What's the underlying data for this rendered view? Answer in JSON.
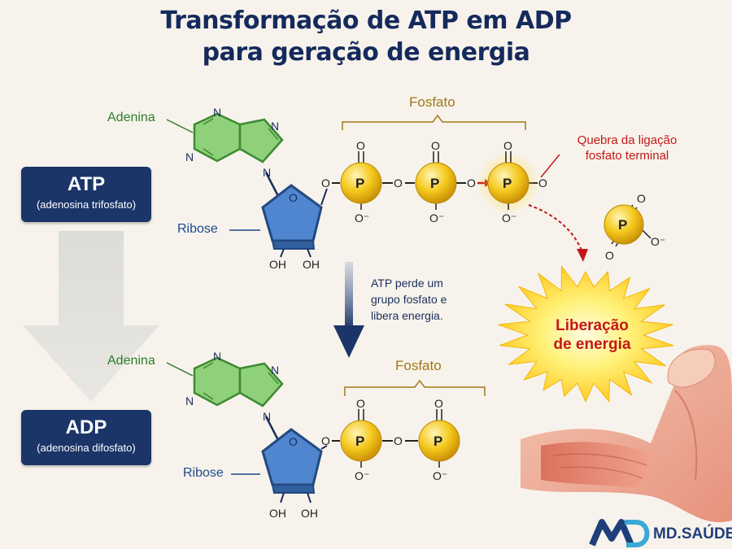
{
  "title": {
    "line1": "Transformação de ATP em ADP",
    "line2": "para geração de energia"
  },
  "atp": {
    "name": "ATP",
    "full_name": "(adenosina trifosfato)",
    "base_label": "Adenina",
    "sugar_label": "Ribose",
    "phosphate_label": "Fosfato",
    "phosphate_count": 3
  },
  "adp": {
    "name": "ADP",
    "full_name": "(adenosina difosfato)",
    "base_label": "Adenina",
    "sugar_label": "Ribose",
    "phosphate_label": "Fosfato",
    "phosphate_count": 2
  },
  "chem": {
    "phosphorus": "P",
    "oxygen": "O",
    "oxide": "O⁻",
    "nitrogen": "N",
    "hydroxyl": "OH",
    "bond_oxygen": "O"
  },
  "annotations": {
    "bond_break": "Quebra da ligação fosfato terminal",
    "process": "ATP perde um grupo fosfato e libera energia.",
    "energy_release": "Liberação de energia"
  },
  "brand": {
    "name": "MD.SAÚDE"
  },
  "colors": {
    "navy": "#1b3568",
    "adenine_green": "#8fd07a",
    "ribose_blue": "#4f86cf",
    "phosphate_yellow": "#f2c418",
    "energy_red": "#c41818",
    "energy_burst": "#ffd21f"
  }
}
